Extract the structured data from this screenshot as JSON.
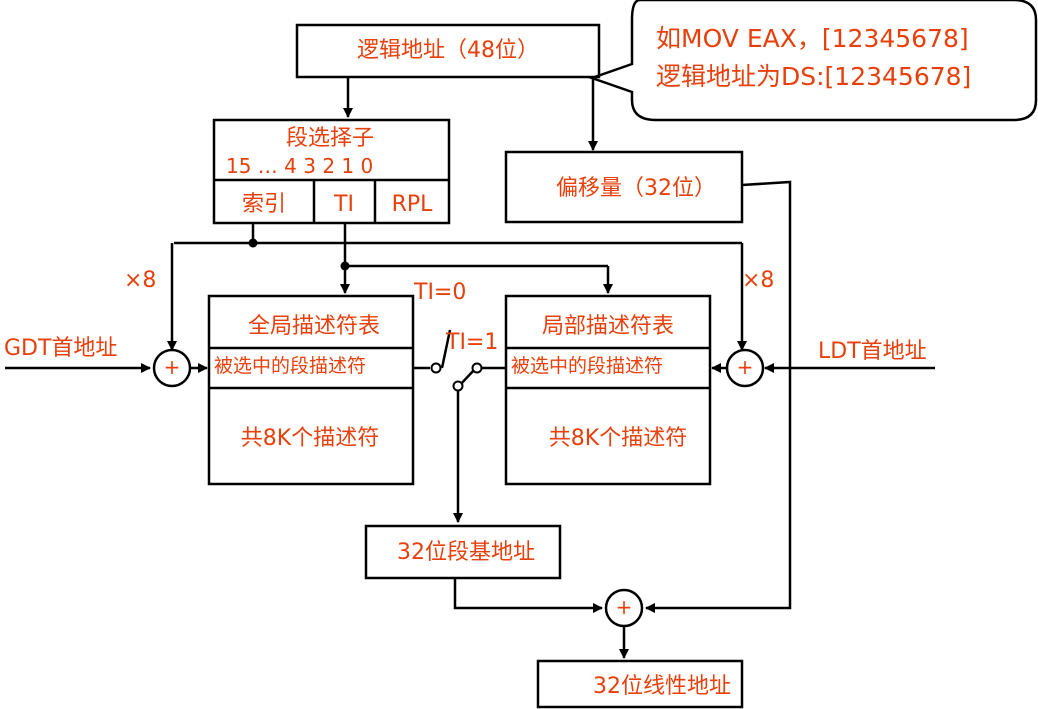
{
  "logical_address": "逻辑地址（48位）",
  "callout": {
    "line1": "如MOV EAX，[12345678]",
    "line2": "逻辑地址为DS:[12345678]"
  },
  "selector": {
    "title": "段选择子",
    "bits": "15 … 4  3  2   1  0",
    "index": "索引",
    "ti": "TI",
    "rpl": "RPL"
  },
  "offset": "偏移量（32位）",
  "times8_left": "×8",
  "times8_right": "×8",
  "gdt_base": "GDT首地址",
  "ldt_base": "LDT首地址",
  "gdt_table": {
    "title": "全局描述符表",
    "selected": "被选中的段描述符",
    "count": "共8K个描述符"
  },
  "ldt_table": {
    "title": "局部描述符表",
    "selected": "被选中的段描述符",
    "count": "共8K个描述符"
  },
  "ti0": "TI=0",
  "ti1": "TI=1",
  "plus": "+",
  "segment_base": "32位段基地址",
  "linear_address": "32位线性地址",
  "colors": {
    "text": "#e8400c",
    "line": "#000000"
  }
}
